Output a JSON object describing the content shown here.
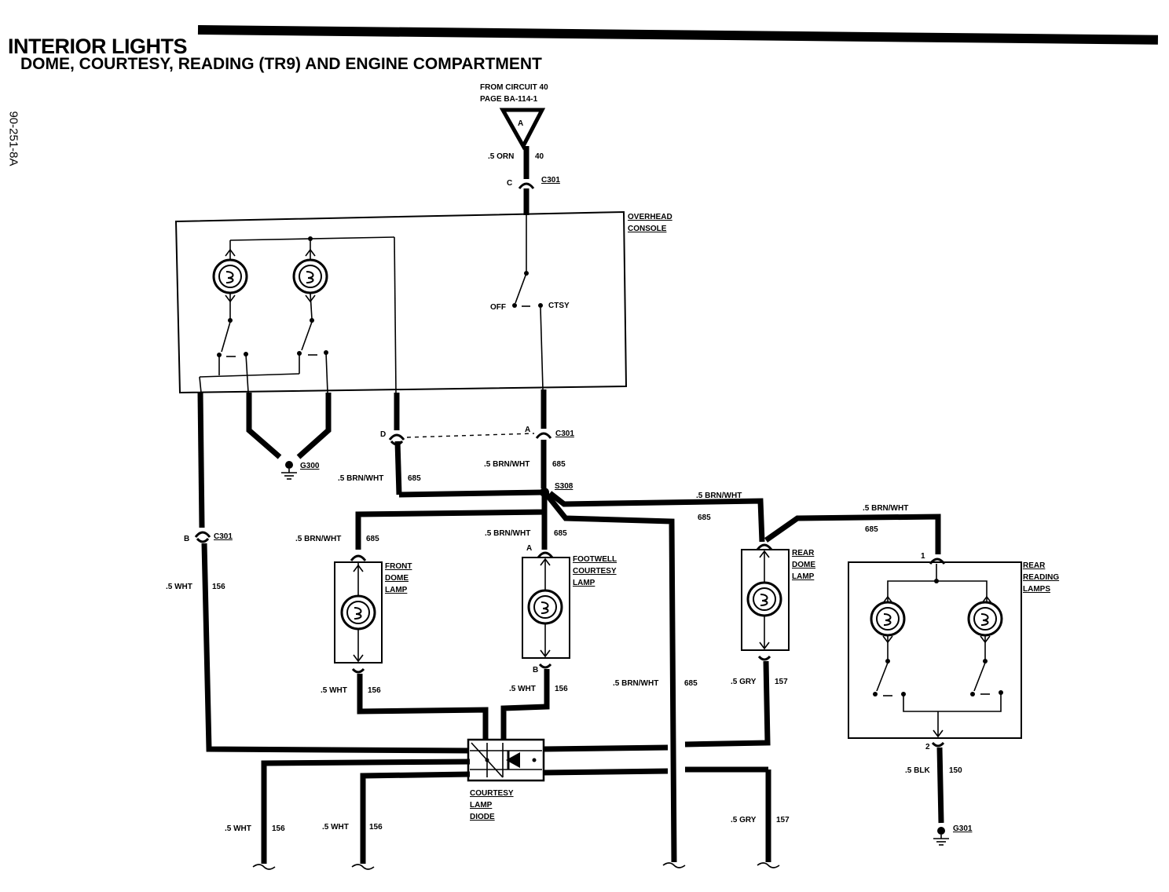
{
  "header": {
    "title": "INTERIOR LIGHTS",
    "subtitle": "DOME, COURTESY, READING (TR9) AND ENGINE COMPARTMENT",
    "side_code": "90-251-8A"
  },
  "source": {
    "line1": "FROM CIRCUIT 40",
    "line2": "PAGE BA-114-1",
    "connector_letter": "A"
  },
  "labels": {
    "orn_wire": ".5 ORN",
    "orn_circuit": "40",
    "c301": "C301",
    "pin_c": "C",
    "pin_d": "D",
    "pin_a": "A",
    "pin_b": "B",
    "pin_1": "1",
    "pin_2": "2",
    "overhead_line1": "OVERHEAD",
    "overhead_line2": "CONSOLE",
    "off": "OFF",
    "ctsy": "CTSY",
    "g300": "G300",
    "g301": "G301",
    "s308": "S308",
    "brn_wht": ".5 BRN/WHT",
    "c685": "685",
    "wht": ".5 WHT",
    "c156": "156",
    "gry": ".5 GRY",
    "c157": "157",
    "blk": ".5 BLK",
    "c150": "150",
    "front_dome_1": "FRONT",
    "front_dome_2": "DOME",
    "front_dome_3": "LAMP",
    "footwell_1": "FOOTWELL",
    "footwell_2": "COURTESY",
    "footwell_3": "LAMP",
    "rear_dome_1": "REAR",
    "rear_dome_2": "DOME",
    "rear_dome_3": "LAMP",
    "rear_read_1": "REAR",
    "rear_read_2": "READING",
    "rear_read_3": "LAMPS",
    "diode_1": "COURTESY",
    "diode_2": "LAMP",
    "diode_3": "DIODE"
  },
  "icons": [
    "ground-icon",
    "bulb-icon",
    "switch-icon",
    "diode-icon",
    "connector-icon",
    "splice-icon"
  ]
}
